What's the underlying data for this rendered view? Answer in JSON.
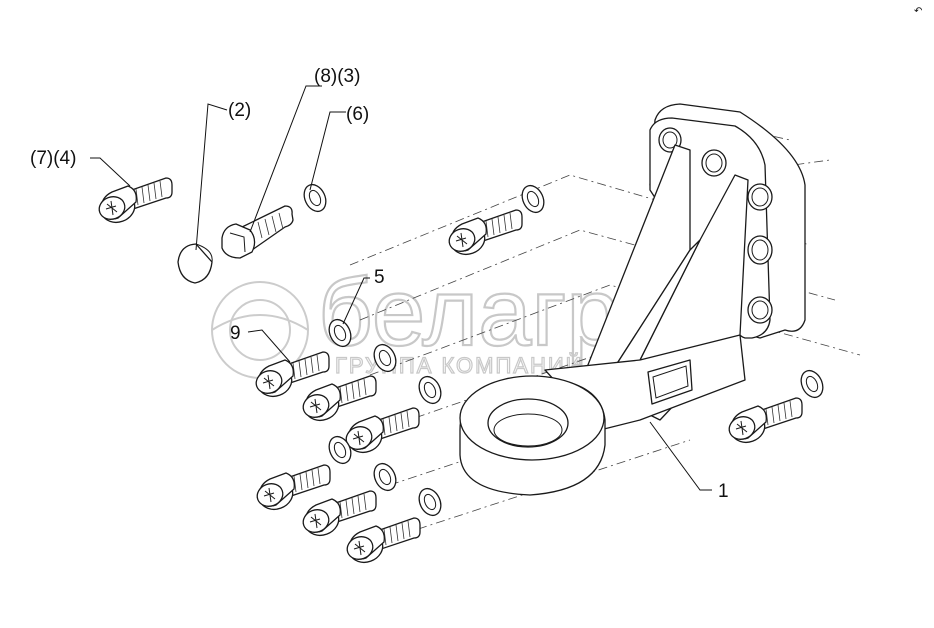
{
  "labels": {
    "part_1": "1",
    "part_2": "(2)",
    "part_8_3": "(8)(3)",
    "part_6": "(6)",
    "part_7_4": "(7)(4)",
    "part_5": "5",
    "part_9": "9"
  },
  "watermark": {
    "brand": "белагро",
    "tagline": "ГРУППА КОМПАНИЙ"
  },
  "corner_mark": "↶"
}
